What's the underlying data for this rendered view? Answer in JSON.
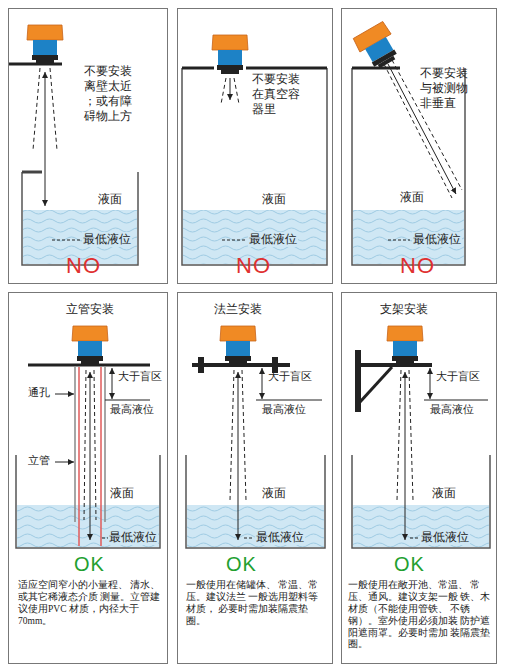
{
  "diagram": {
    "nodes": [
      {
        "text": [
          "不要安装 离壁太近 ；或有障 碍物上方",
          "液面",
          "最低液位",
          "NO"
        ]
      },
      {
        "text": [
          "不要安装 在真空容 器里",
          "液面",
          "最低液位",
          "NO"
        ]
      },
      {
        "text": [
          "不要安装 与被测物 非垂直",
          "液面",
          "最低液位",
          "NO"
        ]
      },
      {
        "text": [
          "立管安装",
          "通孔",
          "立管",
          "大于盲区",
          "最高液位",
          "液面",
          "最低液位",
          "OK",
          "适应空间窄小的小量程、 清水、或其它稀液态介质 测量。立管建议使用PVC 材质，内径大于70mm。"
        ]
      },
      {
        "text": [
          "法兰安装",
          "大于盲区",
          "最高液位",
          "液面",
          "最低液位",
          "OK",
          "一般使用在储罐体、 常温、常压。建议法兰 一般选用塑料等材质， 必要时需加装隔震垫圈。"
        ]
      },
      {
        "text": [
          "支架安装",
          "大于盲区",
          "最高液位",
          "液面",
          "最低液位",
          "OK",
          "一般使用在敞开池、常温、 常压、通风。建议支架一般 铁、木材质（不能使用管铁、 不锈钢）。室外使用必须加装 防护遮阳遮雨罩。必要时需加 装隔震垫圈。"
        ]
      }
    ]
  }
}
